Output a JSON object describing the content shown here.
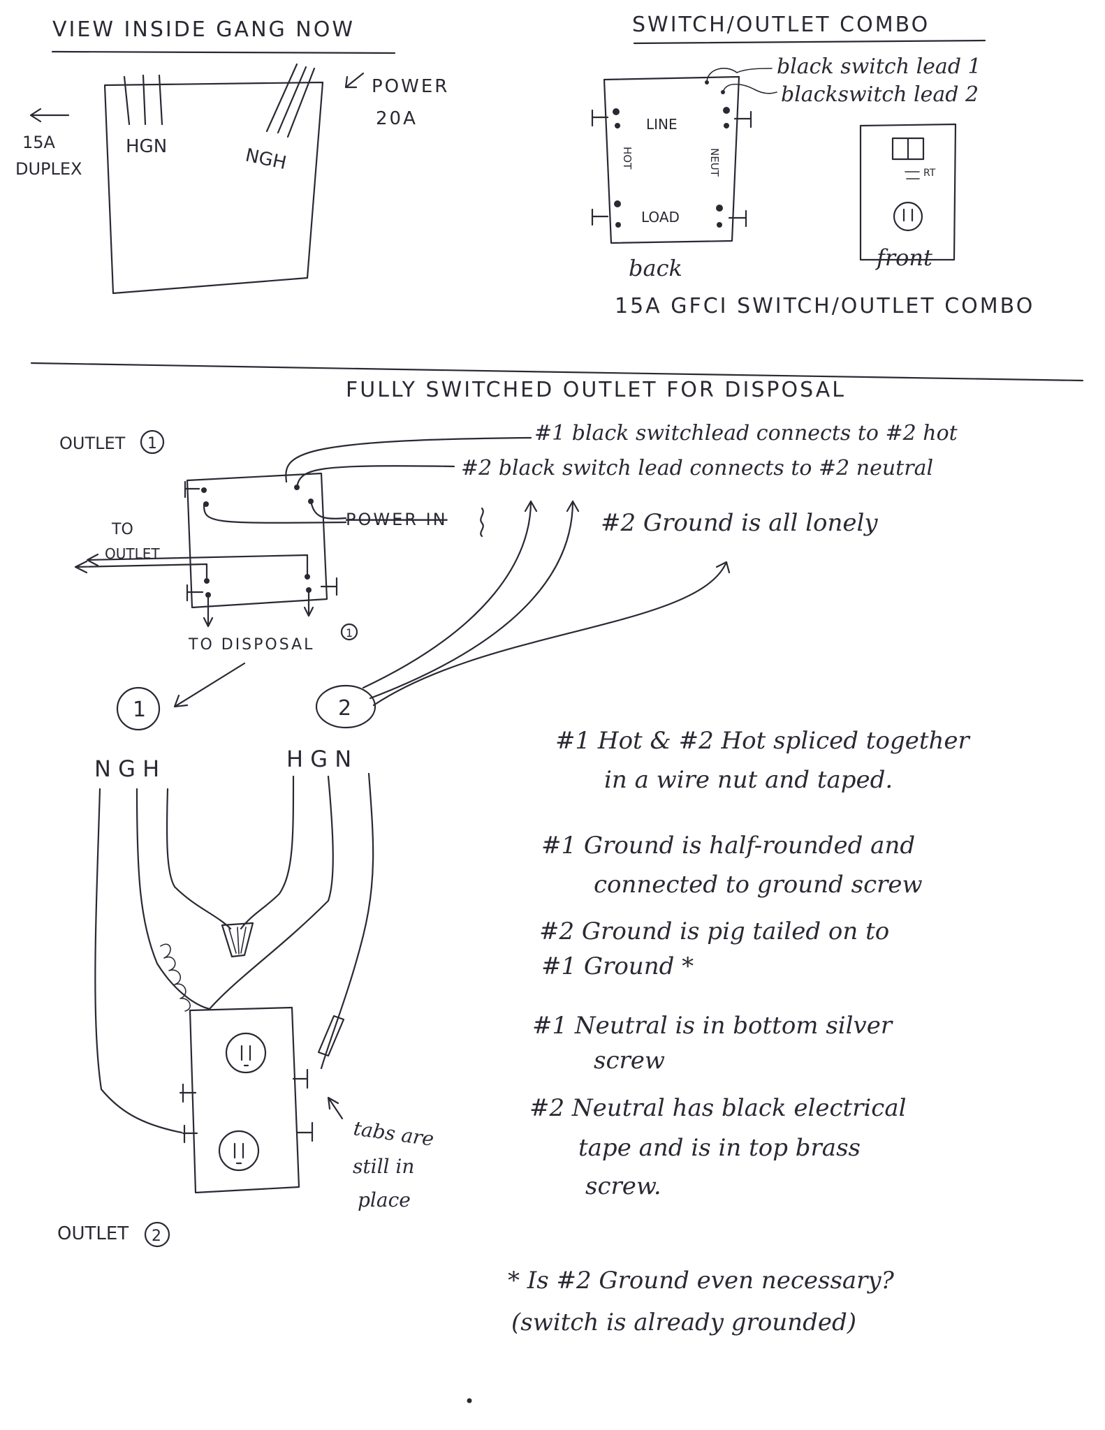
{
  "top_left": {
    "title": "VIEW INSIDE GANG NOW",
    "power_label_line1": "POWER",
    "power_label_line2": "20A",
    "duplex_line1": "15A",
    "duplex_line2": "DUPLEX",
    "left_wires": "HGN",
    "right_wires": "NGH"
  },
  "top_right": {
    "title": "SWITCH/OUTLET COMBO",
    "lead1": "black switch lead 1",
    "lead2": "blackswitch lead 2",
    "line": "LINE",
    "load": "LOAD",
    "hot": "HOT",
    "neut": "NEUT",
    "rt": "RT",
    "back": "back",
    "front": "front",
    "caption": "15A GFCI SWITCH/OUTLET COMBO"
  },
  "main": {
    "title": "FULLY SWITCHED OUTLET FOR DISPOSAL",
    "outlet1": "OUTLET",
    "outlet1_num": "1",
    "lead1_note": "#1 black switchlead connects to #2 hot",
    "lead2_note": "#2 black switch lead connects to #2 neutral",
    "power_in": "POWER IN",
    "ground_lonely": "#2 Ground is all lonely",
    "to_outlet_1": "TO",
    "to_outlet_2": "OUTLET",
    "to_disposal": "TO DISPOSAL",
    "to_disposal_num": "1",
    "circle1": "1",
    "circle2": "2",
    "cable1_wires": "N G H",
    "cable2_wires": "H G N",
    "tabs_note_1": "tabs are",
    "tabs_note_2": "still in",
    "tabs_note_3": "place",
    "outlet2": "OUTLET",
    "outlet2_num": "2"
  },
  "notes": {
    "n1a": "#1 Hot & #2 Hot spliced together",
    "n1b": "in a wire nut and taped.",
    "n2a": "#1 Ground is half-rounded and",
    "n2b": "connected to ground screw",
    "n3a": "#2 Ground is pig tailed on to",
    "n3b": "#1 Ground *",
    "n4a": "#1 Neutral is in bottom silver",
    "n4b": "screw",
    "n5a": "#2 Neutral has black electrical",
    "n5b": "tape and is in top brass",
    "n5c": "screw.",
    "q1": "* Is #2 Ground even necessary?",
    "q2": "(switch is already grounded)"
  }
}
